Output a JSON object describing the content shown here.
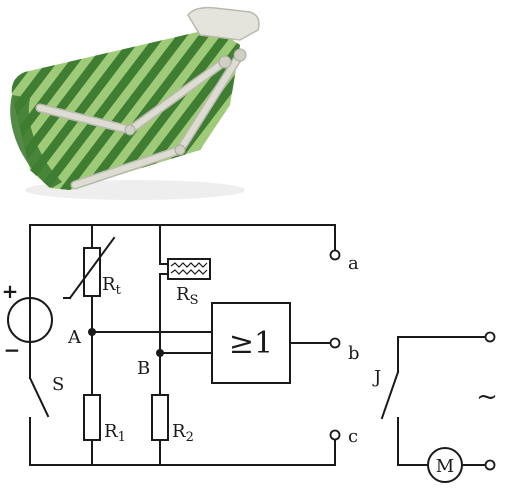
{
  "awning": {
    "stripe_dark": "#3f7d32",
    "stripe_light": "#9fcb78",
    "frame_color": "#dcdcd2"
  },
  "circuit": {
    "labels": {
      "source_plus": "+",
      "source_minus": "−",
      "switch_s": "S",
      "rt_main": "R",
      "rt_sub": "t",
      "rs_main": "R",
      "rs_sub": "S",
      "r1_main": "R",
      "r1_sub": "1",
      "r2_main": "R",
      "r2_sub": "2",
      "node_a": "A",
      "node_b": "B",
      "gate": "≥1",
      "term_a": "a",
      "term_b": "b",
      "term_c": "c",
      "relay_j": "J",
      "motor_m": "M",
      "ac_symbol": "~"
    }
  }
}
